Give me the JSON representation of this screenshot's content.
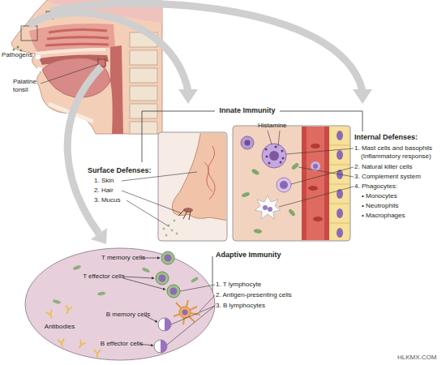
{
  "diagram": {
    "nodes": [
      {
        "text": [
          "T memory cells",
          "T effector cells",
          "Antibodies",
          "B memory cells",
          "B effector cells"
        ]
      }
    ],
    "labels": [
      "Pathogens",
      "Palatine tonsil",
      "Innate Immunity",
      "Histamine",
      "Surface Defenses:",
      "1. Skin",
      "2. Hair",
      "3. Mucus",
      "Internal Defenses:",
      "1. Mast cells and basophils (Inflammatory response)",
      "2. Natural killer cells",
      "3. Complement system",
      "4. Phagocytes:",
      "• Monocytes",
      "• Neutrophils",
      "• Macrophages",
      "Adaptive Immunity",
      "1. T lymphocyte",
      "2. Antigen-presenting cells",
      "3. B lymphocytes",
      "HLKMX.COM"
    ]
  }
}
